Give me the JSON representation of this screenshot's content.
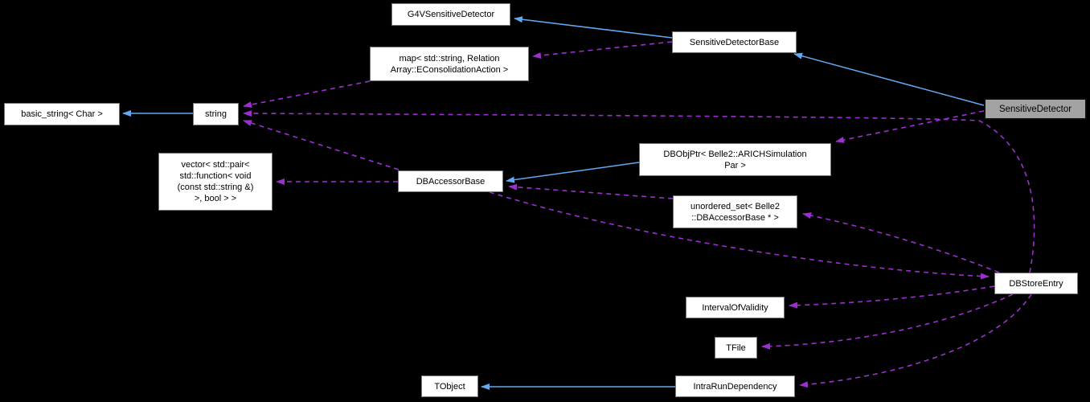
{
  "diagram_type": "doxygen-collaboration-graph",
  "colors": {
    "background": "#000000",
    "inheritance": "#63a9f2",
    "usage": "#9c30cf",
    "node_fill": "#ffffff",
    "node_border": "#747474",
    "current_node_fill": "#a3a3a3"
  },
  "nodes": [
    {
      "id": "g4vsensitivedetector",
      "label": "G4VSensitiveDetector",
      "current": false
    },
    {
      "id": "sensitivedetectorbase",
      "label": "SensitiveDetectorBase",
      "current": false
    },
    {
      "id": "map",
      "label": "map< std::string, Relation\nArray::EConsolidationAction >",
      "current": false
    },
    {
      "id": "sensitivedetector",
      "label": "SensitiveDetector",
      "current": true
    },
    {
      "id": "basic_string",
      "label": "basic_string< Char >",
      "current": false
    },
    {
      "id": "string",
      "label": "string",
      "current": false
    },
    {
      "id": "vector",
      "label": "vector< std::pair<\n std::function< void\n(const std::string &)\n >, bool > >",
      "current": false
    },
    {
      "id": "dbaccessorbase",
      "label": "DBAccessorBase",
      "current": false
    },
    {
      "id": "dbobjptr",
      "label": "DBObjPtr< Belle2::ARICHSimulation\nPar >",
      "current": false
    },
    {
      "id": "unordered_set",
      "label": "unordered_set< Belle2\n::DBAccessorBase * >",
      "current": false
    },
    {
      "id": "dbstoreentry",
      "label": "DBStoreEntry",
      "current": false
    },
    {
      "id": "intervalofvalidity",
      "label": "IntervalOfValidity",
      "current": false
    },
    {
      "id": "tfile",
      "label": "TFile",
      "current": false
    },
    {
      "id": "intrarundependency",
      "label": "IntraRunDependency",
      "current": false
    },
    {
      "id": "tobject",
      "label": "TObject",
      "current": false
    }
  ],
  "edges": [
    {
      "from": "SensitiveDetectorBase",
      "to": "G4VSensitiveDetector",
      "type": "inheritance"
    },
    {
      "from": "SensitiveDetector",
      "to": "SensitiveDetectorBase",
      "type": "inheritance"
    },
    {
      "from": "string",
      "to": "basic_string< Char >",
      "type": "inheritance"
    },
    {
      "from": "DBObjPtr< Belle2::ARICHSimulationPar >",
      "to": "DBAccessorBase",
      "type": "inheritance"
    },
    {
      "from": "IntraRunDependency",
      "to": "TObject",
      "type": "inheritance"
    },
    {
      "from": "SensitiveDetectorBase",
      "to": "map< std::string, RelationArray::EConsolidationAction >",
      "type": "usage"
    },
    {
      "from": "map< std::string, RelationArray::EConsolidationAction >",
      "to": "string",
      "type": "usage"
    },
    {
      "from": "DBStoreEntry",
      "to": "string",
      "type": "usage"
    },
    {
      "from": "DBAccessorBase",
      "to": "string",
      "type": "usage"
    },
    {
      "from": "DBAccessorBase",
      "to": "vector< std::pair< std::function< void(const std::string &) >, bool > >",
      "type": "usage"
    },
    {
      "from": "SensitiveDetector",
      "to": "DBObjPtr< Belle2::ARICHSimulationPar >",
      "type": "usage"
    },
    {
      "from": "DBAccessorBase",
      "to": "DBStoreEntry",
      "type": "usage"
    },
    {
      "from": "DBStoreEntry",
      "to": "unordered_set< Belle2::DBAccessorBase * >",
      "type": "usage"
    },
    {
      "from": "unordered_set< Belle2::DBAccessorBase * >",
      "to": "DBAccessorBase",
      "type": "usage"
    },
    {
      "from": "DBStoreEntry",
      "to": "IntervalOfValidity",
      "type": "usage"
    },
    {
      "from": "DBStoreEntry",
      "to": "TFile",
      "type": "usage"
    },
    {
      "from": "DBStoreEntry",
      "to": "IntraRunDependency",
      "type": "usage"
    }
  ]
}
